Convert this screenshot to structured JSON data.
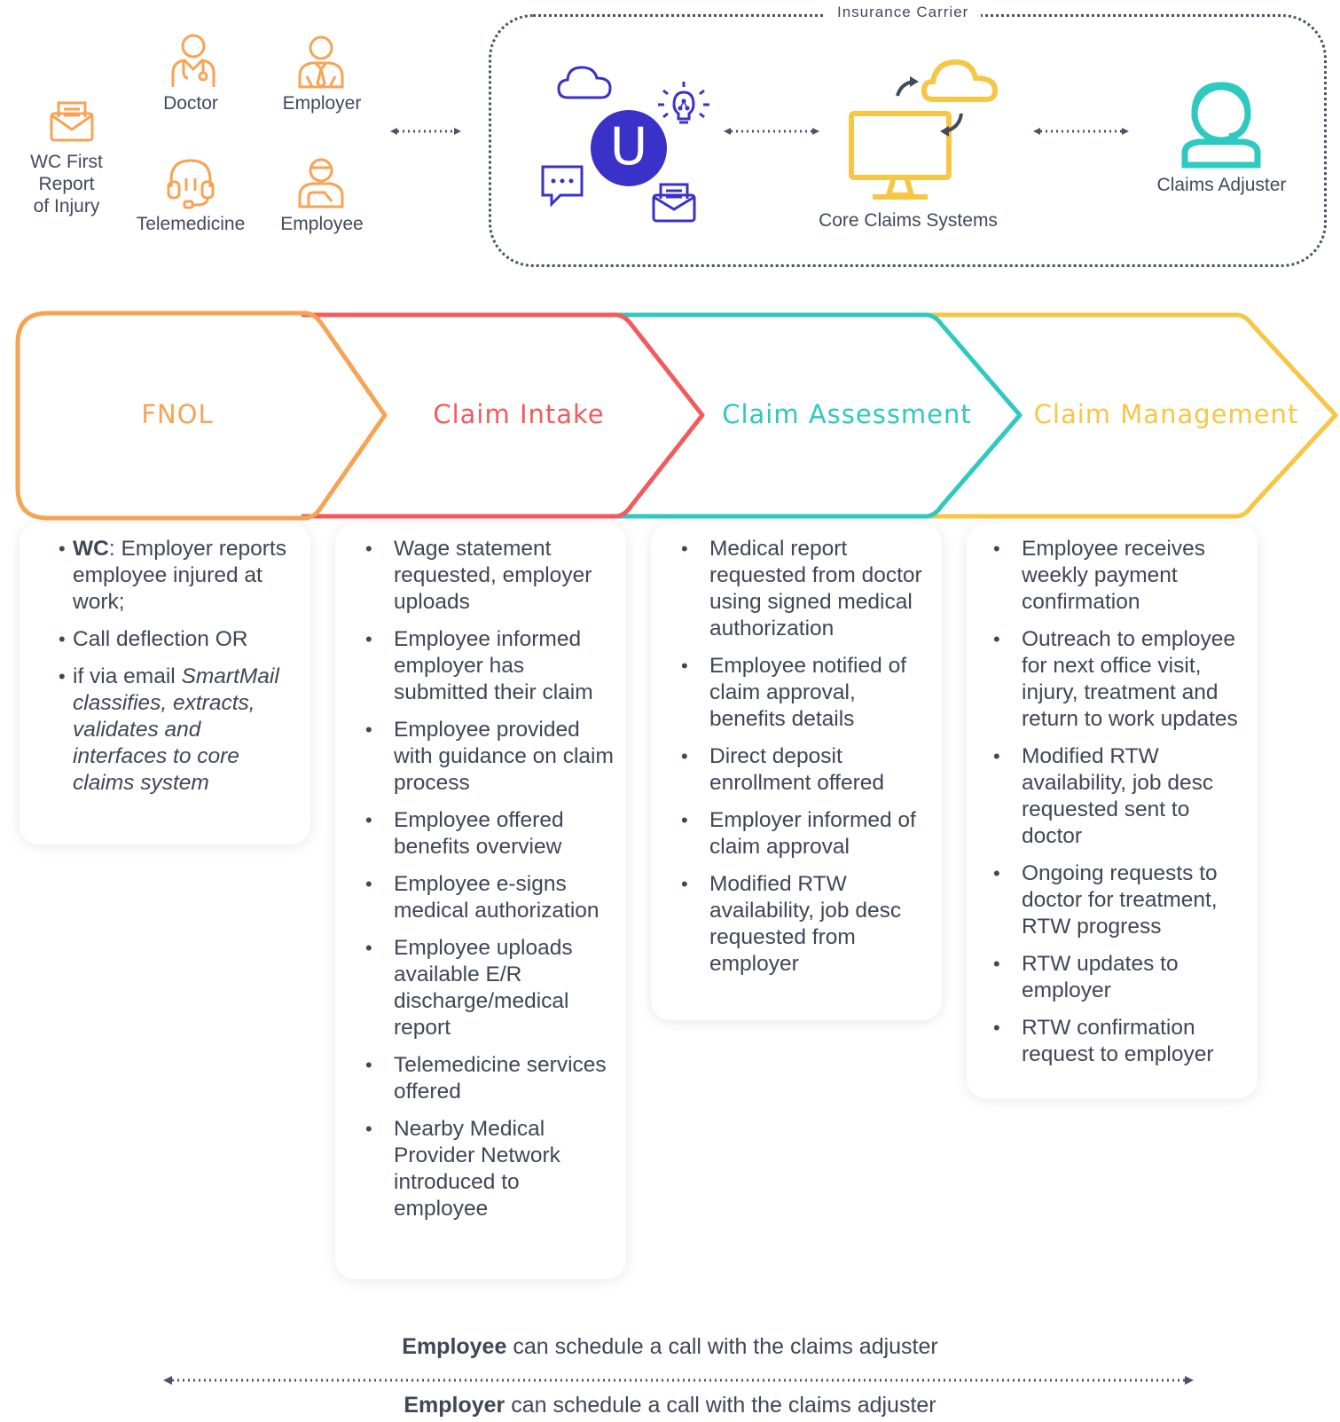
{
  "actors": {
    "wc_first_report": "WC First Report\nof Injury",
    "doctor": "Doctor",
    "employer": "Employer",
    "telemedicine": "Telemedicine",
    "employee": "Employee"
  },
  "carrier": {
    "title": "Insurance Carrier",
    "hub_letter": "U",
    "core_claims": "Core Claims Systems",
    "claims_adjuster": "Claims Adjuster"
  },
  "stages": [
    {
      "title": "FNOL",
      "color": "#f7a355",
      "items": [
        {
          "bold": "WC",
          "text": ": Employer reports employee injured at work;"
        },
        {
          "text": "Call deflection OR"
        },
        {
          "text": "if via email ",
          "italic": "SmartMail classifies, extracts, validates and interfaces to core claims system"
        }
      ]
    },
    {
      "title": "Claim Intake",
      "color": "#f25a5d",
      "items": [
        "Wage statement requested, employer uploads",
        "Employee informed employer has submitted their claim",
        "Employee provided with guidance on claim process",
        "Employee offered benefits overview",
        "Employee e-signs medical authorization",
        "Employee uploads available E/R discharge/medical report",
        "Telemedicine services offered",
        "Nearby Medical Provider Network introduced to employee"
      ]
    },
    {
      "title": "Claim Assessment",
      "color": "#2ec9bf",
      "items": [
        "Medical report requested from doctor using signed medical authorization",
        "Employee notified of claim approval, benefits details",
        "Direct deposit enrollment offered",
        "Employer informed of claim approval",
        "Modified RTW availability, job desc requested from employer"
      ]
    },
    {
      "title": "Claim Management",
      "color": "#f6c644",
      "items": [
        "Employee receives weekly payment confirmation",
        "Outreach to employee for next office visit, injury, treatment and return to work updates",
        "Modified RTW availability, job desc requested sent to doctor",
        "Ongoing requests to doctor for treatment, RTW progress",
        "RTW updates to employer",
        "RTW confirmation request to employer"
      ]
    }
  ],
  "bottom": {
    "line1_bold": "Employee",
    "line1_rest": " can schedule a call with the claims adjuster",
    "line2_bold": "Employer",
    "line2_rest": " can schedule a call with the claims adjuster"
  },
  "colors": {
    "orange": "#f7a355",
    "red": "#f25a5d",
    "teal": "#2ec9bf",
    "yellow": "#f6c644",
    "navy": "#3a32c8",
    "dark": "#3f4a5c"
  }
}
